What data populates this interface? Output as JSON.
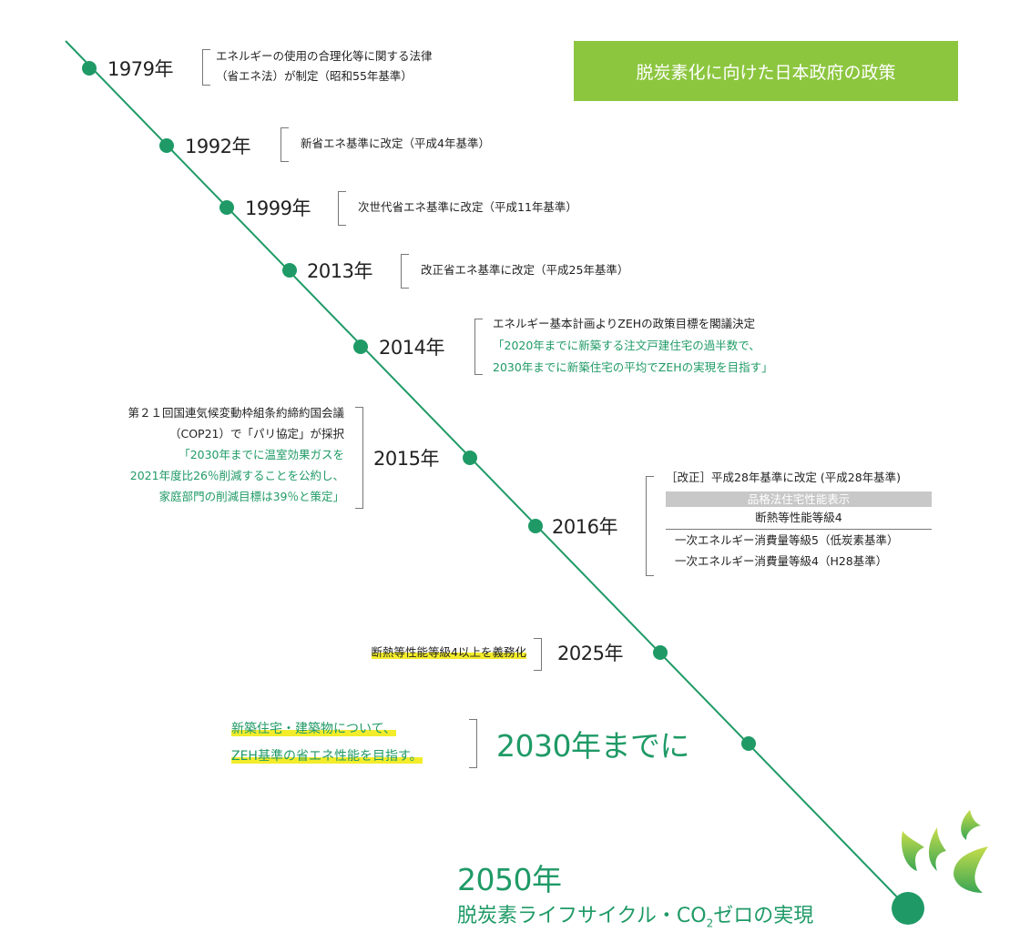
{
  "header": {
    "title": "脱炭素化に向けた日本政府の政策"
  },
  "colors": {
    "line": "#1f9a66",
    "title_bg": "#8cc63f",
    "highlight": "#f3ec2a"
  },
  "events": [
    {
      "year": "1979年",
      "lines": [
        "エネルギーの使用の合理化等に関する法律",
        "（省エネ法）が制定（昭和55年基準）"
      ]
    },
    {
      "year": "1992年",
      "lines": [
        "新省エネ基準に改定（平成4年基準）"
      ]
    },
    {
      "year": "1999年",
      "lines": [
        "次世代省エネ基準に改定（平成11年基準）"
      ]
    },
    {
      "year": "2013年",
      "lines": [
        "改正省エネ基準に改定（平成25年基準）"
      ]
    },
    {
      "year": "2014年",
      "lines": [
        "エネルギー基本計画よりZEHの政策目標を閣議決定"
      ],
      "green": [
        "「2020年までに新築する注文戸建住宅の過半数で、",
        "2030年までに新築住宅の平均でZEHの実現を目指す」"
      ]
    },
    {
      "year": "2015年",
      "lines": [
        "第２１回国連気候変動枠組条約締約国会議",
        "（COP21）で「パリ協定」が採択"
      ],
      "green": [
        "「2030年までに温室効果ガスを",
        "2021年度比26％削減することを公約し、",
        "家庭部門の削減目標は39％と策定」"
      ]
    },
    {
      "year": "2016年",
      "lines": [
        "［改正］平成28年基準に改定 (平成28年基準)"
      ],
      "table_header": "品格法住宅性能表示",
      "table_rows": [
        "断熱等性能等級4",
        "一次エネルギー消費量等級5（低炭素基準）",
        "一次エネルギー消費量等級4（H28基準）"
      ]
    },
    {
      "year": "2025年",
      "lines": [
        "断熱等性能等級4以上を義務化"
      ]
    },
    {
      "year": "2030年までに",
      "lines": [
        "新築住宅・建築物について、",
        "ZEH基準の省エネ性能を目指す。"
      ]
    },
    {
      "year": "2050年",
      "lines": [
        "脱炭素ライフサイクル・CO",
        "2",
        "ゼロの実現"
      ]
    }
  ]
}
